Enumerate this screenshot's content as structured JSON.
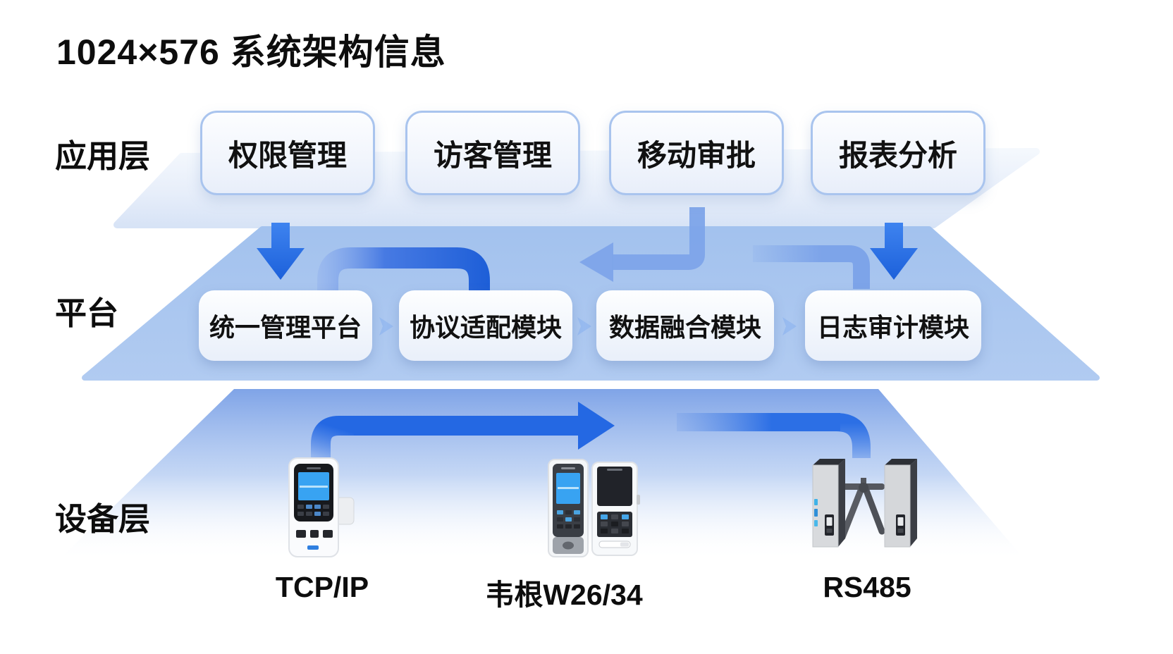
{
  "title": "1024×576 系统架构信息",
  "layers": {
    "application": {
      "label": "应用层",
      "boxes": [
        "权限管理",
        "访客管理",
        "移动审批",
        "报表分析"
      ]
    },
    "platform": {
      "label": "平台",
      "boxes": [
        "统一管理平台",
        "协议适配模块",
        "数据融合模块",
        "日志审计模块"
      ]
    },
    "device": {
      "label": "设备层",
      "devices": [
        {
          "icon": "access-terminal-icon",
          "protocol": "TCP/IP"
        },
        {
          "icon": "card-reader-pair-icon",
          "protocol": "韦根W26/34"
        },
        {
          "icon": "tripod-turnstile-icon",
          "protocol": "RS485"
        }
      ]
    }
  },
  "colors": {
    "arrow_solid": "#2468e3",
    "arrow_light": "#7da4e9",
    "slab_application": "#dde8f8",
    "slab_platform": "#a9c6ef",
    "slab_device_top": "#7aa0e6",
    "box_border": "#a9c4ee",
    "text": "#111111",
    "background": "#ffffff"
  }
}
